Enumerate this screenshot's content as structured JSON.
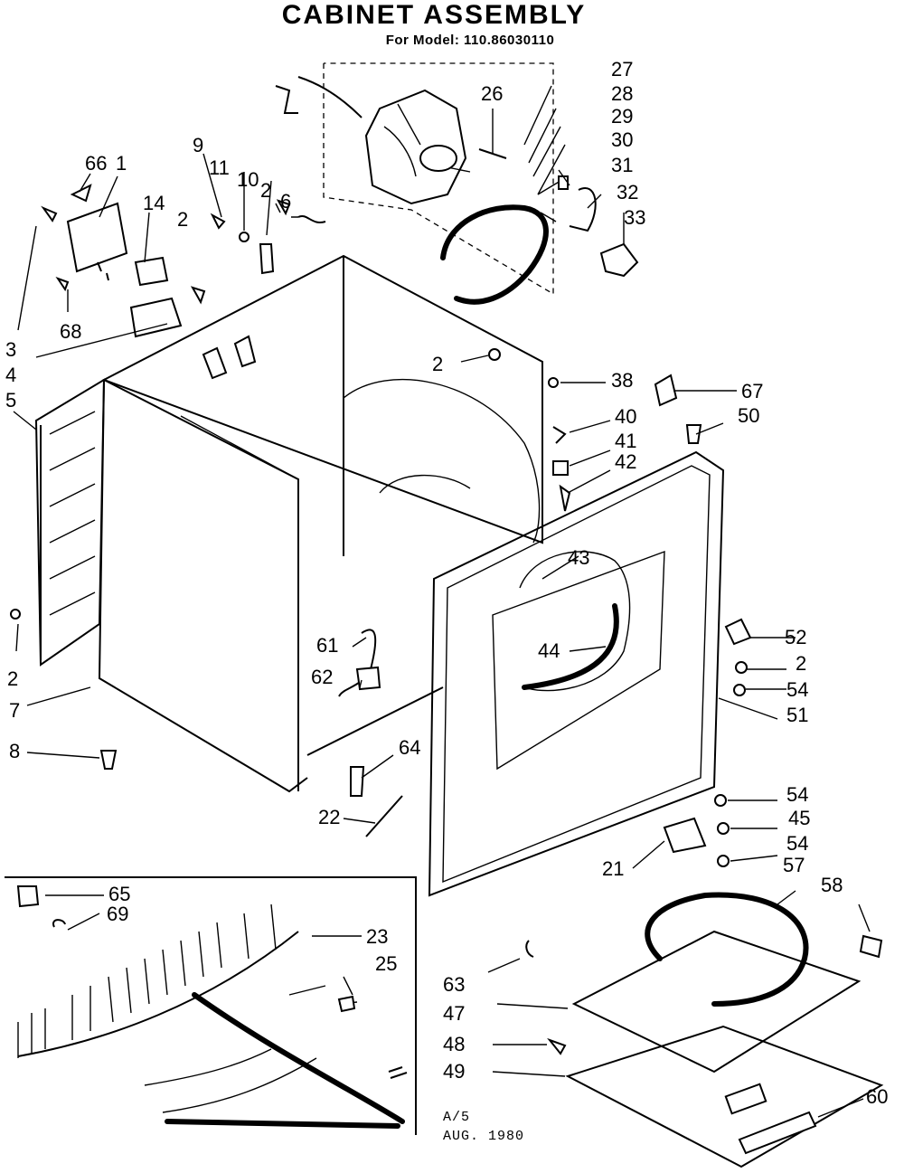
{
  "header": {
    "title": "CABINET ASSEMBLY",
    "subtitle": "For Model: 110.86030110"
  },
  "callouts": [
    {
      "id": "c27",
      "text": "27"
    },
    {
      "id": "c28",
      "text": "28"
    },
    {
      "id": "c29",
      "text": "29"
    },
    {
      "id": "c30",
      "text": "30"
    },
    {
      "id": "c31",
      "text": "31"
    },
    {
      "id": "c32",
      "text": "32"
    },
    {
      "id": "c33",
      "text": "33"
    },
    {
      "id": "c26",
      "text": "26"
    },
    {
      "id": "c66",
      "text": "66"
    },
    {
      "id": "c1",
      "text": "1"
    },
    {
      "id": "c14",
      "text": "14"
    },
    {
      "id": "c9",
      "text": "9"
    },
    {
      "id": "c11",
      "text": "11"
    },
    {
      "id": "c10",
      "text": "10"
    },
    {
      "id": "c2a",
      "text": "2"
    },
    {
      "id": "c6",
      "text": "6"
    },
    {
      "id": "c2b",
      "text": "2"
    },
    {
      "id": "c3",
      "text": "3"
    },
    {
      "id": "c68",
      "text": "68"
    },
    {
      "id": "c4",
      "text": "4"
    },
    {
      "id": "c5",
      "text": "5"
    },
    {
      "id": "c2c",
      "text": "2"
    },
    {
      "id": "c38",
      "text": "38"
    },
    {
      "id": "c67",
      "text": "67"
    },
    {
      "id": "c40",
      "text": "40"
    },
    {
      "id": "c50",
      "text": "50"
    },
    {
      "id": "c41",
      "text": "41"
    },
    {
      "id": "c42",
      "text": "42"
    },
    {
      "id": "c43",
      "text": "43"
    },
    {
      "id": "c52",
      "text": "52"
    },
    {
      "id": "c44",
      "text": "44"
    },
    {
      "id": "c61",
      "text": "61"
    },
    {
      "id": "c2d",
      "text": "2"
    },
    {
      "id": "c62",
      "text": "62"
    },
    {
      "id": "c54a",
      "text": "54"
    },
    {
      "id": "c2e",
      "text": "2"
    },
    {
      "id": "c7",
      "text": "7"
    },
    {
      "id": "c51",
      "text": "51"
    },
    {
      "id": "c8",
      "text": "8"
    },
    {
      "id": "c64",
      "text": "64"
    },
    {
      "id": "c54b",
      "text": "54"
    },
    {
      "id": "c22",
      "text": "22"
    },
    {
      "id": "c45",
      "text": "45"
    },
    {
      "id": "c54c",
      "text": "54"
    },
    {
      "id": "c21",
      "text": "21"
    },
    {
      "id": "c57",
      "text": "57"
    },
    {
      "id": "c65",
      "text": "65"
    },
    {
      "id": "c58",
      "text": "58"
    },
    {
      "id": "c69",
      "text": "69"
    },
    {
      "id": "c23",
      "text": "23"
    },
    {
      "id": "c25",
      "text": "25"
    },
    {
      "id": "c63",
      "text": "63"
    },
    {
      "id": "c47",
      "text": "47"
    },
    {
      "id": "c48",
      "text": "48"
    },
    {
      "id": "c49",
      "text": "49"
    },
    {
      "id": "c60",
      "text": "60"
    }
  ],
  "footer": {
    "code": "A/5",
    "date": "AUG. 1980"
  }
}
